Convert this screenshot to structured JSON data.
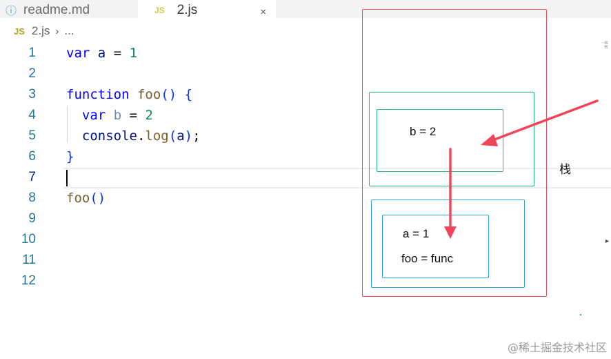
{
  "tabs": [
    {
      "label": "readme.md",
      "icon": "info-icon",
      "active": false
    },
    {
      "label": "2.js",
      "badge": "JS",
      "active": true,
      "close": "×"
    }
  ],
  "breadcrumb": {
    "badge": "JS",
    "file": "2.js",
    "separator": "›",
    "more": "..."
  },
  "editor": {
    "line_numbers": [
      "1",
      "2",
      "3",
      "4",
      "5",
      "6",
      "7",
      "8",
      "9",
      "10",
      "11",
      "12"
    ],
    "cursor_line": 7
  },
  "annotations": {
    "b_eq": "b = 2",
    "a_eq": "a = 1",
    "foo_eq": "foo = func",
    "stack_label": "栈"
  },
  "watermark": "@稀土掘金技术社区",
  "colors": {
    "outer_box": "#e8505b",
    "function_frame": "#22b573",
    "global_frame": "#2b9fd8",
    "arrow": "#f0445a"
  }
}
